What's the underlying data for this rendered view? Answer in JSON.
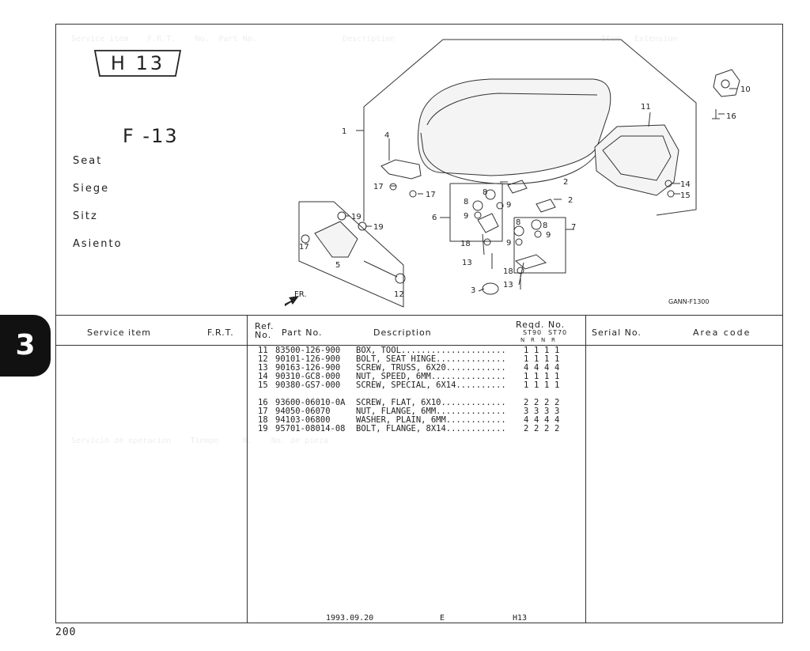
{
  "section": {
    "tag": "H 13",
    "figure": "F -13",
    "tab_number": "3"
  },
  "titles": [
    "Seat",
    "Siege",
    "Sitz",
    "Asiento"
  ],
  "table_headers": {
    "service_item": "Service  item",
    "frt": "F.R.T.",
    "ref_no": "Ref.\nNo.",
    "part_no": "Part No.",
    "description": "Description",
    "reqd_no": "Reqd. No.",
    "model_codes": [
      "ST90",
      "ST70"
    ],
    "model_variants": [
      "N",
      "R",
      "N",
      "R"
    ],
    "serial_no": "Serial No.",
    "area_code": "Area code"
  },
  "parts": [
    {
      "ref": "11",
      "part": "83500-126-900",
      "desc": "BOX, TOOL.....................",
      "qty": [
        "1",
        "1",
        "1",
        "1"
      ]
    },
    {
      "ref": "12",
      "part": "90101-126-900",
      "desc": "BOLT, SEAT HINGE..............",
      "qty": [
        "1",
        "1",
        "1",
        "1"
      ]
    },
    {
      "ref": "13",
      "part": "90163-126-900",
      "desc": "SCREW, TRUSS, 6X20............",
      "qty": [
        "4",
        "4",
        "4",
        "4"
      ]
    },
    {
      "ref": "14",
      "part": "90310-GC8-000",
      "desc": "NUT, SPEED, 6MM...............",
      "qty": [
        "1",
        "1",
        "1",
        "1"
      ]
    },
    {
      "ref": "15",
      "part": "90380-GS7-000",
      "desc": "SCREW, SPECIAL, 6X14..........",
      "qty": [
        "1",
        "1",
        "1",
        "1"
      ]
    },
    {
      "ref": "16",
      "part": "93600-06010-0A",
      "desc": "SCREW, FLAT, 6X10.............",
      "qty": [
        "2",
        "2",
        "2",
        "2"
      ]
    },
    {
      "ref": "17",
      "part": "94050-06070",
      "desc": "NUT, FLANGE, 6MM..............",
      "qty": [
        "3",
        "3",
        "3",
        "3"
      ]
    },
    {
      "ref": "18",
      "part": "94103-06800",
      "desc": "WASHER, PLAIN, 6MM............",
      "qty": [
        "4",
        "4",
        "4",
        "4"
      ]
    },
    {
      "ref": "19",
      "part": "95701-08014-08",
      "desc": "BOLT, FLANGE, 8X14............",
      "qty": [
        "2",
        "2",
        "2",
        "2"
      ]
    }
  ],
  "diagram": {
    "callouts": [
      "1",
      "2",
      "2",
      "3",
      "4",
      "5",
      "6",
      "7",
      "8",
      "8",
      "8",
      "8",
      "9",
      "9",
      "9",
      "9",
      "10",
      "11",
      "12",
      "13",
      "13",
      "14",
      "15",
      "16",
      "17",
      "17",
      "17",
      "18",
      "18",
      "19",
      "19"
    ],
    "arrow_label": "FR.",
    "code": "GANN-F1300"
  },
  "footer": {
    "date": "1993.09.20",
    "edition": "E",
    "code": "H13"
  },
  "page_number": "200"
}
